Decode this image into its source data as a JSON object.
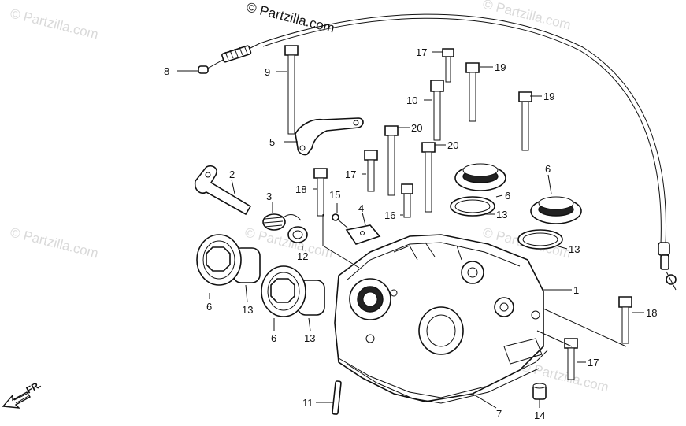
{
  "watermarks": {
    "copyright_main": "© Partzilla.com",
    "faint_1": "© Partzilla.com",
    "faint_2": "© Partzilla.com",
    "faint_3": "© Partzilla.com",
    "faint_4": "© Partzilla.com",
    "faint_5": "© Partzilla.com",
    "faint_6": "© Partzilla.com"
  },
  "direction_label": "FR.",
  "callouts": {
    "c1": "1",
    "c2": "2",
    "c3": "3",
    "c4": "4",
    "c5": "5",
    "c6a": "6",
    "c6b": "6",
    "c6c": "6",
    "c6d": "6",
    "c7": "7",
    "c8": "8",
    "c9": "9",
    "c10": "10",
    "c11": "11",
    "c12": "12",
    "c13a": "13",
    "c13b": "13",
    "c13c": "13",
    "c13d": "13",
    "c14": "14",
    "c15": "15",
    "c16": "16",
    "c17a": "17",
    "c17b": "17",
    "c17c": "17",
    "c18a": "18",
    "c18b": "18",
    "c19a": "19",
    "c19b": "19",
    "c20a": "20",
    "c20b": "20"
  }
}
